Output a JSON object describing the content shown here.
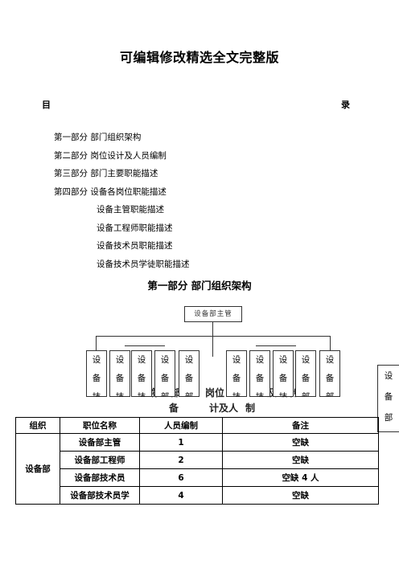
{
  "header": {
    "title": "可编辑修改精选全文完整版"
  },
  "toc": {
    "label_left": "目",
    "label_right": "录",
    "items": [
      "第一部分  部门组织架构",
      "第二部分  岗位设计及人员编制",
      "第三部分  部门主要职能描述",
      "第四部分  设备各岗位职能描述"
    ],
    "sub_items": [
      "设备主管职能描述",
      "设备工程师职能描述",
      "设备技术员职能描述",
      "设备技术员学徒职能描述"
    ]
  },
  "section1": {
    "title": "第一部分    部门组织架构"
  },
  "org": {
    "top_box": "设备部主管",
    "box_chars": [
      "设",
      "备",
      "技"
    ],
    "box_chars_alt": [
      "设",
      "备",
      "部"
    ],
    "side_box": [
      "设",
      "备",
      "部"
    ]
  },
  "section2_overlap": {
    "part_a": "第二部",
    "part_b": "岗位",
    "part_c": "及",
    "part_d": "编制",
    "part_e": "备",
    "part_f": "计及人",
    "part_g": "制"
  },
  "table": {
    "headers": [
      "组织",
      "职位名称",
      "人员编制",
      "备注"
    ],
    "org_name": "设备部",
    "rows": [
      {
        "position": "设备部主管",
        "count": "1",
        "note": "空缺"
      },
      {
        "position": "设备部工程师",
        "count": "2",
        "note": "空缺"
      },
      {
        "position": "设备部技术员",
        "count": "6",
        "note": "空缺 4 人"
      },
      {
        "position": "设备部技术员学",
        "count": "4",
        "note": "空缺"
      }
    ]
  }
}
